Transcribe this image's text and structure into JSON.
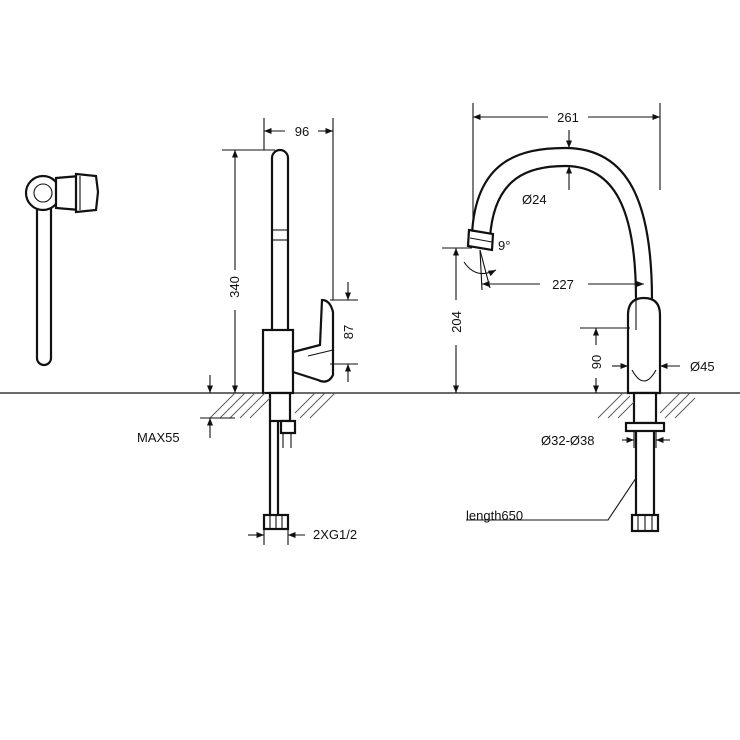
{
  "dimensions": {
    "width_top": "96",
    "height_total": "340",
    "lever_height": "87",
    "deck_max": "MAX55",
    "connection": "2XG1/2",
    "reach": "261",
    "spout_diameter": "Ø24",
    "swivel_angle": "9°",
    "spout_reach": "227",
    "spout_height": "204",
    "body_height": "90",
    "body_diameter": "Ø45",
    "hole_diameter": "Ø32-Ø38",
    "hose_length": "length650"
  }
}
